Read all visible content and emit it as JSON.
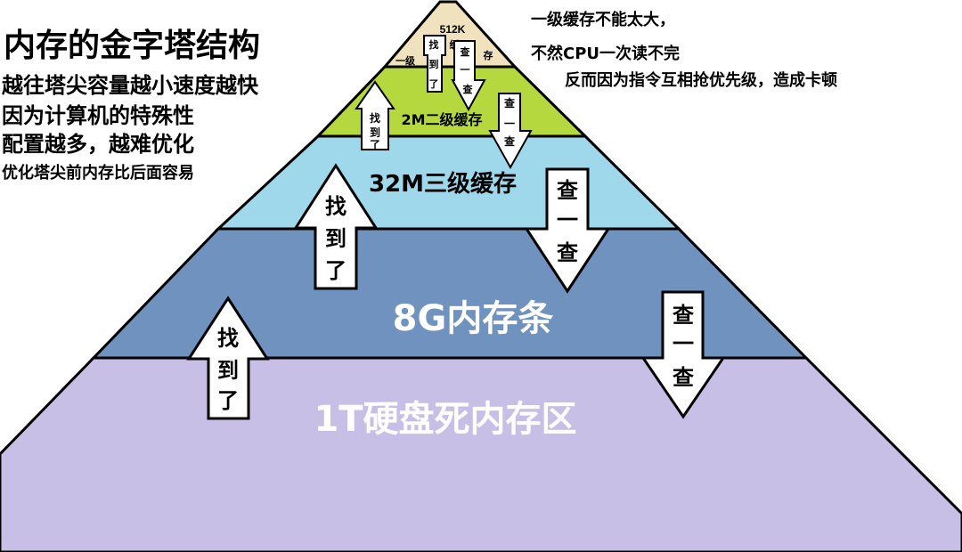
{
  "title": "内存的金字塔结构",
  "left_notes": [
    "越往塔尖容量越小速度越快",
    "因为计算机的特殊性",
    "配置越多，越难优化",
    "优化塔尖前内存比后面容易"
  ],
  "right_notes": [
    "一级缓存不能太大，",
    "不然CPU一次读不完",
    "反而因为指令互相抢优先级，造成卡顿"
  ],
  "layers": [
    {
      "label": "512K",
      "sub_left": "一级",
      "sub_right": "缓",
      "sub_right2": "存",
      "color": "#f0e2bd"
    },
    {
      "label": "2M二级缓存",
      "color": "#b5d83f"
    },
    {
      "label": "32M三级缓存",
      "color": "#9fd8ea"
    },
    {
      "label": "8G内存条",
      "color": "#7092be"
    },
    {
      "label": "1T硬盘死内存区",
      "color": "#c8bfe7"
    }
  ],
  "found_text": [
    "找",
    "到",
    "了"
  ],
  "check_text": [
    "查",
    "一",
    "查"
  ]
}
